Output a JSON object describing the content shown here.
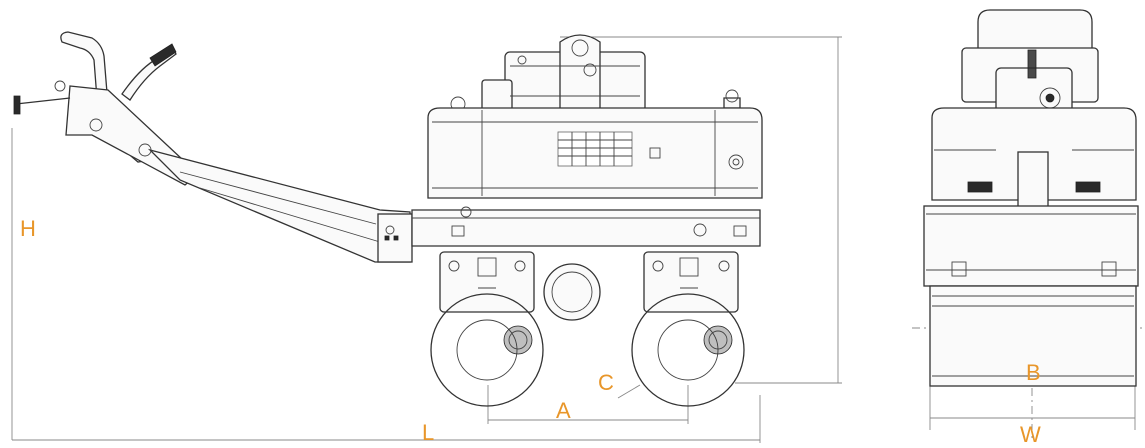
{
  "dimension_labels": {
    "height": "H",
    "length": "L",
    "wheelbase": "A",
    "clearance": "C",
    "drum_width": "B",
    "overall_width": "W"
  },
  "colors": {
    "label": "#e8962a",
    "line": "#333333",
    "dimension_line": "#888888",
    "background": "#ffffff"
  }
}
